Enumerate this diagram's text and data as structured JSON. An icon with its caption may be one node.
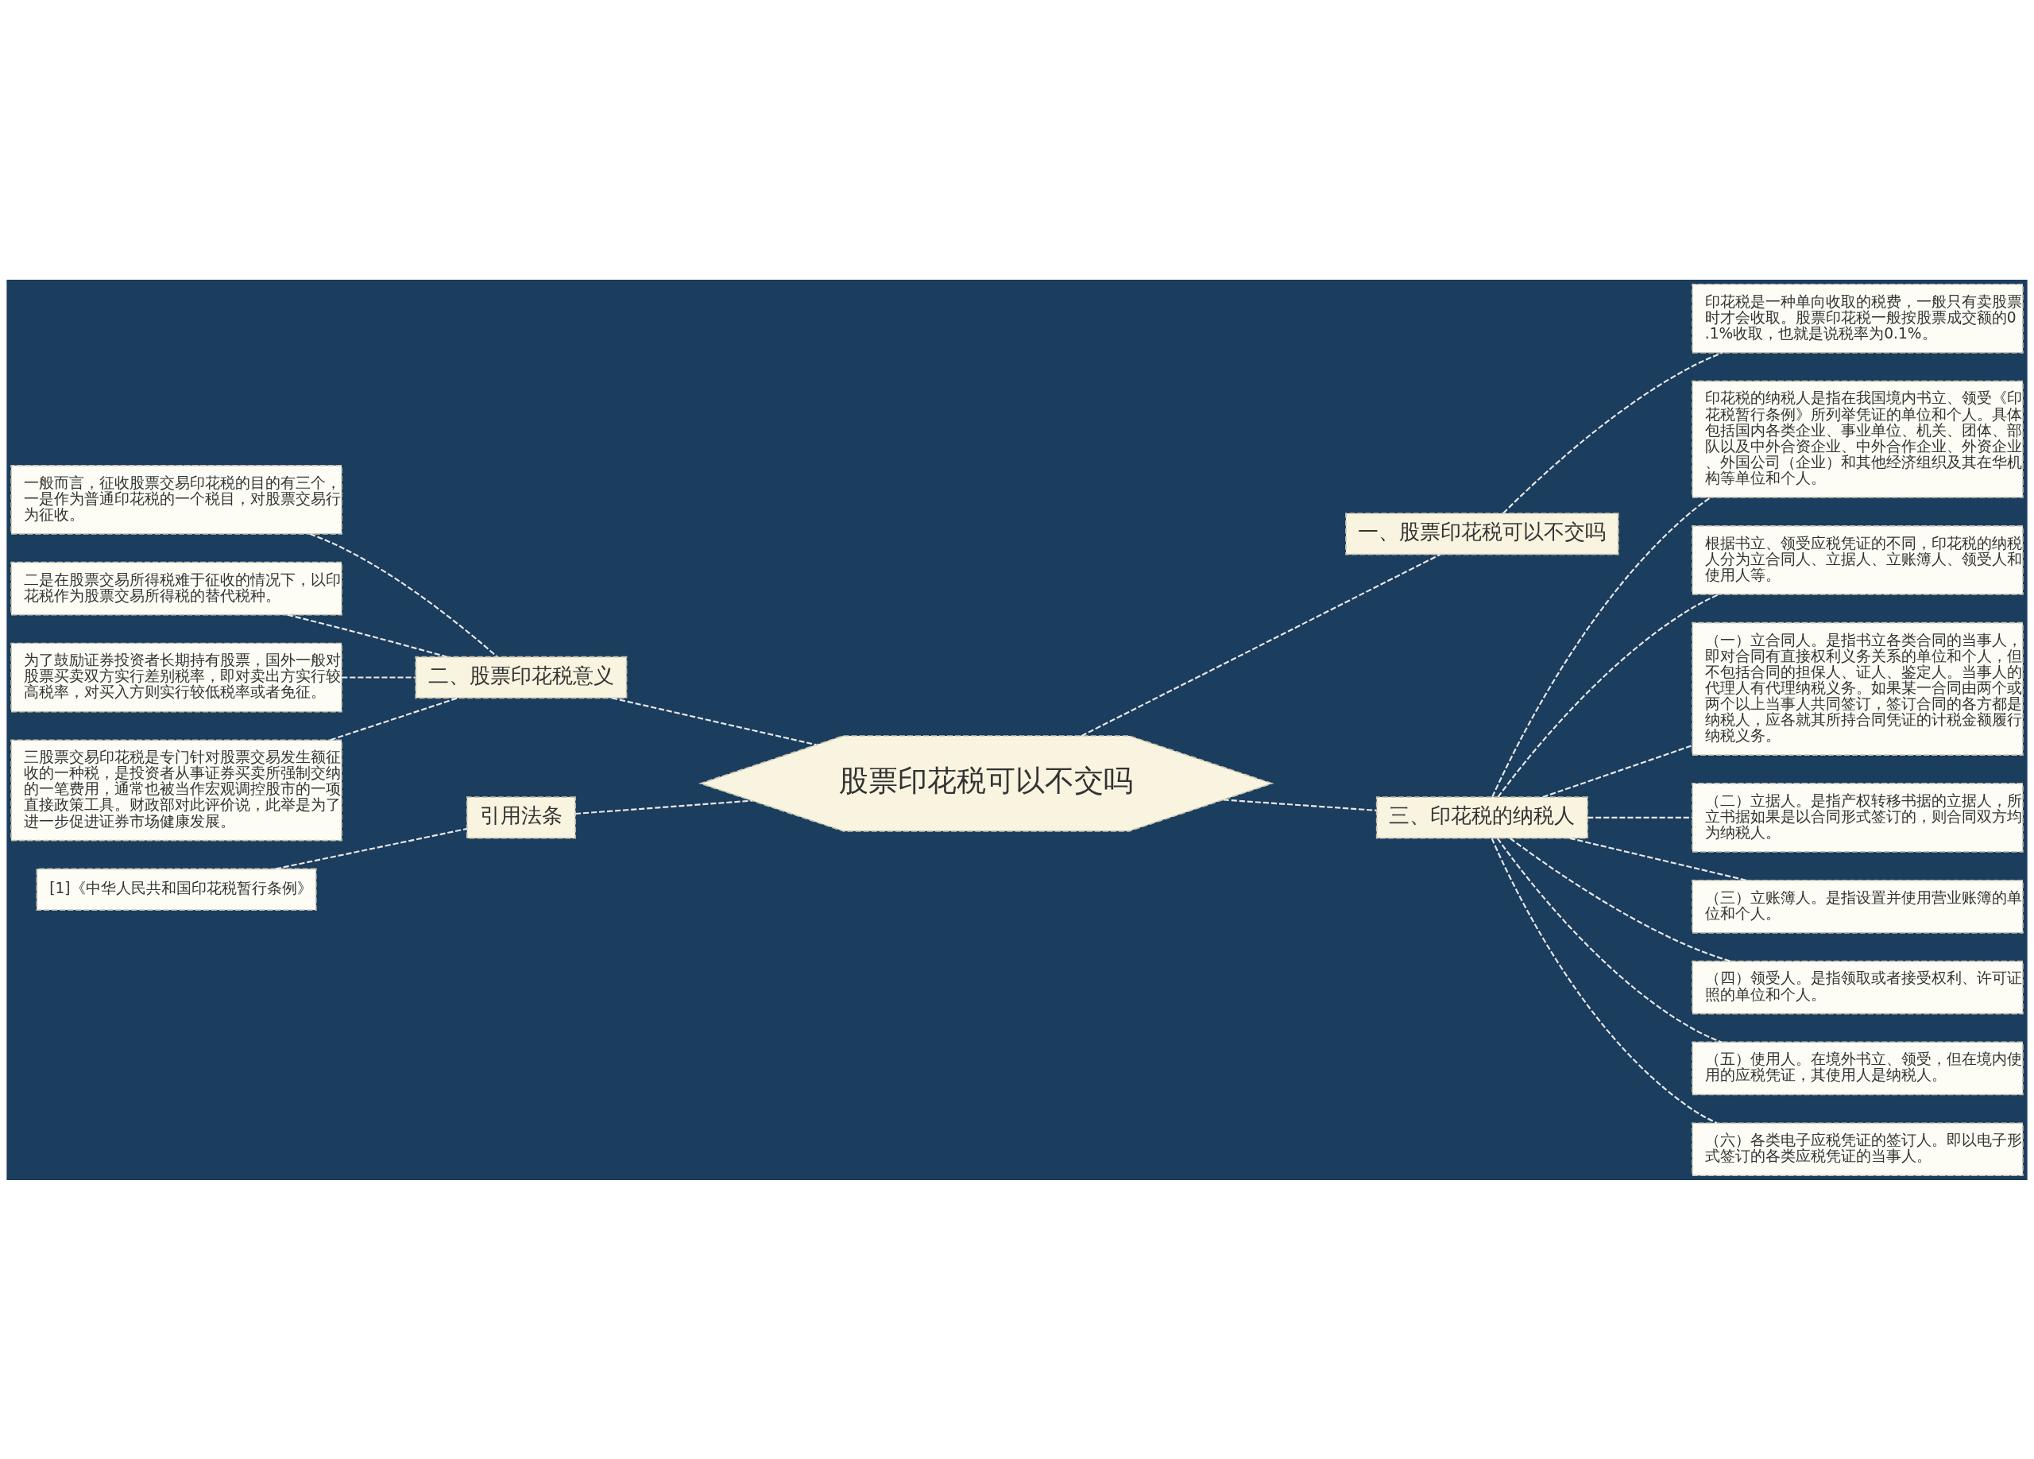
{
  "diagram": {
    "nodes": [
      {
        "text": [
          "股票印花税可以不交吗"
        ]
      },
      {
        "text": [
          "一、股票印花税可以不交吗"
        ]
      },
      {
        "text": [
          "印花税是一种单向收取的税费，一般只有卖股票时才会收取。股票印花税一般按股票成交额的0.1%收取，也就是说税率为0.1%。"
        ]
      },
      {
        "text": [
          "二、股票印花税意义"
        ]
      },
      {
        "text": [
          "一般而言，征收股票交易印花税的目的有三个，一是作为普通印花税的一个税目，对股票交易行为征收。"
        ]
      },
      {
        "text": [
          "二是在股票交易所得税难于征收的情况下，以印花税作为股票交易所得税的替代税种。"
        ]
      },
      {
        "text": [
          "为了鼓励证券投资者长期持有股票，国外一般对股票买卖双方实行差别税率，即对卖出方实行较高税率，对买入方则实行较低税率或者免征。"
        ]
      },
      {
        "text": [
          "三股票交易印花税是专门针对股票交易发生额征收的一种税，是投资者从事证券买卖所强制交纳的一笔费用，通常也被当作宏观调控股市的一项直接政策工具。财政部对此评价说，此举是为了进一步促进证券市场健康发展。"
        ]
      },
      {
        "text": [
          "三、印花税的纳税人"
        ]
      },
      {
        "text": [
          "印花税的纳税人是指在我国境内书立、领受《印花税暂行条例》所列举凭证的单位和个人。具体包括国内各类企业、事业单位、机关、团体、部队以及中外合资企业、中外合作企业、外资企业、外国公司（企业）和其他经济组织及其在华机构等单位和个人。"
        ]
      },
      {
        "text": [
          "根据书立、领受应税凭证的不同，印花税的纳税人分为立合同人、立据人、立账簿人、领受人和使用人等。"
        ]
      },
      {
        "text": [
          "（一）立合同人。是指书立各类合同的当事人，即对合同有直接权利义务关系的单位和个人，但不包括合同的担保人、证人、鉴定人。当事人的代理人有代理纳税义务。如果某一合同由两个或两个以上当事人共同签订，签订合同的各方都是纳税人，应各就其所持合同凭证的计税金额履行纳税义务。"
        ]
      },
      {
        "text": [
          "（二）立据人。是指产权转移书据的立据人，所立书据如果是以合同形式签订的，则合同双方均为纳税人。"
        ]
      },
      {
        "text": [
          "（三）立账簿人。是指设置并使用营业账簿的单位和个人。"
        ]
      },
      {
        "text": [
          "（四）领受人。是指领取或者接受权利、许可证照的单位和个人。"
        ]
      },
      {
        "text": [
          "（五）使用人。在境外书立、领受，但在境内使用的应税凭证，其使用人是纳税人。"
        ]
      },
      {
        "text": [
          "（六）各类电子应税凭证的签订人。即以电子形式签订的各类应税凭证的当事人。"
        ]
      },
      {
        "text": [
          "引用法条"
        ]
      },
      {
        "text": [
          "[1]《中华人民共和国印花税暂行条例》"
        ]
      }
    ],
    "edges": [
      {
        "from": 0,
        "to": 1,
        "arrow": "none",
        "style": "dashed"
      },
      {
        "from": 1,
        "to": 2,
        "arrow": "none",
        "style": "dashed"
      },
      {
        "from": 0,
        "to": 3,
        "arrow": "none",
        "style": "dashed"
      },
      {
        "from": 3,
        "to": 4,
        "arrow": "none",
        "style": "dashed"
      },
      {
        "from": 3,
        "to": 5,
        "arrow": "none",
        "style": "dashed"
      },
      {
        "from": 3,
        "to": 6,
        "arrow": "none",
        "style": "dashed"
      },
      {
        "from": 3,
        "to": 7,
        "arrow": "none",
        "style": "dashed"
      },
      {
        "from": 0,
        "to": 8,
        "arrow": "none",
        "style": "dashed"
      },
      {
        "from": 8,
        "to": 9,
        "arrow": "none",
        "style": "dashed"
      },
      {
        "from": 8,
        "to": 10,
        "arrow": "none",
        "style": "dashed"
      },
      {
        "from": 8,
        "to": 11,
        "arrow": "none",
        "style": "dashed"
      },
      {
        "from": 8,
        "to": 12,
        "arrow": "none",
        "style": "dashed"
      },
      {
        "from": 8,
        "to": 13,
        "arrow": "none",
        "style": "dashed"
      },
      {
        "from": 8,
        "to": 14,
        "arrow": "none",
        "style": "dashed"
      },
      {
        "from": 8,
        "to": 15,
        "arrow": "none",
        "style": "dashed"
      },
      {
        "from": 8,
        "to": 16,
        "arrow": "none",
        "style": "dashed"
      },
      {
        "from": 0,
        "to": 17,
        "arrow": "none",
        "style": "dashed"
      },
      {
        "from": 17,
        "to": 18,
        "arrow": "none",
        "style": "dashed"
      }
    ]
  }
}
